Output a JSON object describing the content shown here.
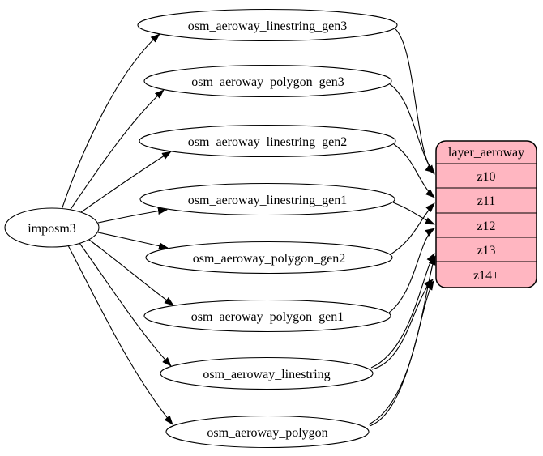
{
  "diagram": {
    "background": "#ffffff",
    "stroke_color": "#000000",
    "source_node": {
      "label": "imposm3"
    },
    "table_nodes": [
      {
        "label": "osm_aeroway_linestring_gen3"
      },
      {
        "label": "osm_aeroway_polygon_gen3"
      },
      {
        "label": "osm_aeroway_linestring_gen2"
      },
      {
        "label": "osm_aeroway_linestring_gen1"
      },
      {
        "label": "osm_aeroway_polygon_gen2"
      },
      {
        "label": "osm_aeroway_polygon_gen1"
      },
      {
        "label": "osm_aeroway_linestring"
      },
      {
        "label": "osm_aeroway_polygon"
      }
    ],
    "layer_node": {
      "title": "layer_aeroway",
      "rows": [
        "z10",
        "z11",
        "z12",
        "z13",
        "z14+"
      ],
      "fill": "#ffb6c1"
    },
    "edges": [
      {
        "from": "imposm3",
        "to": "osm_aeroway_linestring_gen3"
      },
      {
        "from": "imposm3",
        "to": "osm_aeroway_polygon_gen3"
      },
      {
        "from": "imposm3",
        "to": "osm_aeroway_linestring_gen2"
      },
      {
        "from": "imposm3",
        "to": "osm_aeroway_linestring_gen1"
      },
      {
        "from": "imposm3",
        "to": "osm_aeroway_polygon_gen2"
      },
      {
        "from": "imposm3",
        "to": "osm_aeroway_polygon_gen1"
      },
      {
        "from": "imposm3",
        "to": "osm_aeroway_linestring"
      },
      {
        "from": "imposm3",
        "to": "osm_aeroway_polygon"
      },
      {
        "from": "osm_aeroway_linestring_gen3",
        "to": "layer_aeroway.z10"
      },
      {
        "from": "osm_aeroway_polygon_gen3",
        "to": "layer_aeroway.z10"
      },
      {
        "from": "osm_aeroway_linestring_gen2",
        "to": "layer_aeroway.z11"
      },
      {
        "from": "osm_aeroway_polygon_gen2",
        "to": "layer_aeroway.z11"
      },
      {
        "from": "osm_aeroway_linestring_gen1",
        "to": "layer_aeroway.z12"
      },
      {
        "from": "osm_aeroway_polygon_gen1",
        "to": "layer_aeroway.z12"
      },
      {
        "from": "osm_aeroway_linestring",
        "to": "layer_aeroway.z13"
      },
      {
        "from": "osm_aeroway_linestring",
        "to": "layer_aeroway.z14+"
      },
      {
        "from": "osm_aeroway_polygon",
        "to": "layer_aeroway.z13"
      },
      {
        "from": "osm_aeroway_polygon",
        "to": "layer_aeroway.z14+"
      }
    ]
  }
}
